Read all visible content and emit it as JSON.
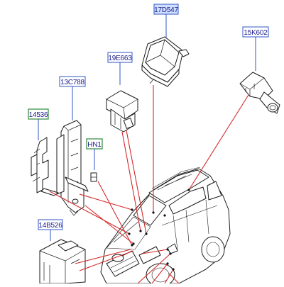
{
  "callouts": {
    "c17D547": "17D547",
    "c15K602": "15K602",
    "c19E663": "19E663",
    "c13C788": "13C788",
    "c14536": "14536",
    "cHN1": "HN1",
    "c14B526": "14B526"
  },
  "colors": {
    "callout_highlight": "#cfe0ff",
    "callout_border": "#2f54c8",
    "callout_green_border": "#2f8a3a",
    "leader_red": "#d42a2a",
    "linework": "#1a1a1a"
  }
}
